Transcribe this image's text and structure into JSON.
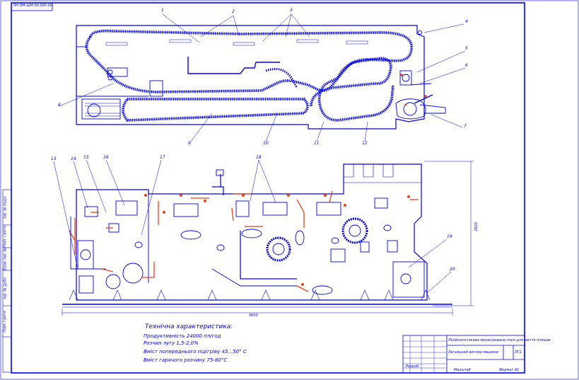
{
  "colors": {
    "line": "#0000ee",
    "accent": "#e8401c",
    "bg": "#ffffff"
  },
  "corner_stamp": "0Н.ЛМ.ШМ.00.000.00",
  "plan_labels": {
    "n1": "1",
    "n2": "2",
    "n3": "3",
    "n4": "4",
    "n5": "5",
    "n6": "6",
    "n7": "7",
    "n8": "8",
    "n9": "9",
    "n10": "10",
    "n11": "11",
    "n12": "12"
  },
  "front_labels": {
    "n13": "13",
    "n14": "14",
    "n15": "15",
    "n16": "16",
    "n17": "17",
    "n18": "18",
    "n19": "19",
    "n20": "20"
  },
  "dimensions": {
    "length": "5600",
    "height": "2820"
  },
  "specs": {
    "title": "Технічна характеристика:",
    "lines": [
      "Продуктивність  24000 пл/год",
      "Розчин лугу  1,5-2,0%",
      "Вміст попереднього підігріву  45...50° С",
      "Вміст гарячого розчину  75-80°С"
    ]
  },
  "title_block": {
    "doc_name": "Лінійнопотокова механізована лінія для миття пляшок",
    "drawing_title": "Загальний вигляд машини",
    "sheet_mark": "ЛГ1",
    "bottom_left": "Розроб.",
    "bottom_mid": "Масштаб",
    "bottom_right": "Формат А1"
  },
  "left_margin": {
    "a": "Інв. № подл.",
    "b": "Підп. і дата",
    "c": "Взам. інв. №",
    "d": "Інв. № дубл.",
    "e": "Підп. і дата"
  }
}
